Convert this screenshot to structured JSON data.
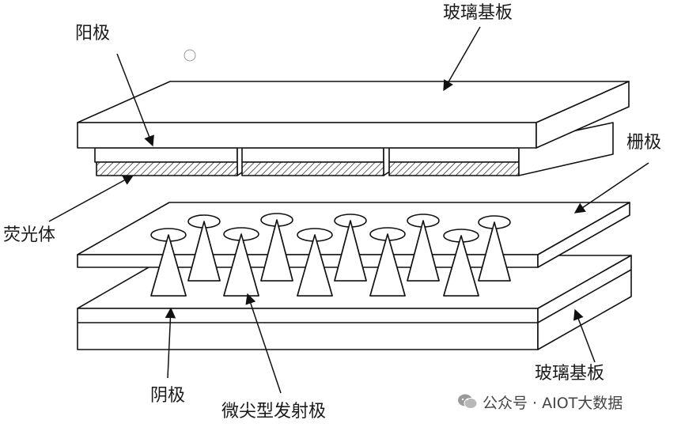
{
  "labels": {
    "glass_top": "玻璃基板",
    "anode": "阳极",
    "grid": "栅极",
    "phosphor": "荧光体",
    "glass_bottom": "玻璃基板",
    "cathode": "阴极",
    "emitter": "微尖型发射极"
  },
  "watermark": {
    "text": "公众号 · AIOT大数据",
    "icon": "wechat-icon"
  }
}
